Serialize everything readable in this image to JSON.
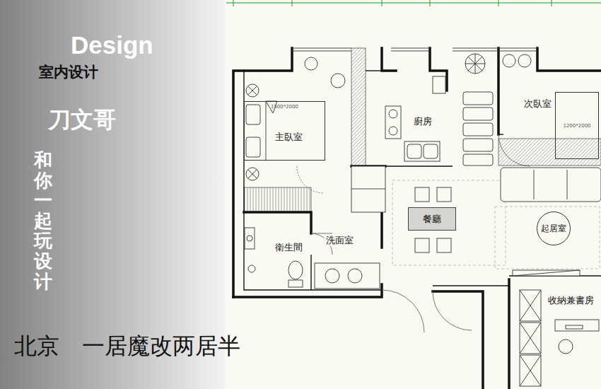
{
  "diagram": {
    "title": "北京　一居魔改两居半",
    "nodes": [
      {
        "text": [
          "1500*2000"
        ]
      },
      {
        "text": [
          "1200*2000"
        ]
      },
      {
        "text": [
          "餐廳"
        ]
      },
      {
        "text": [
          "起居室"
        ]
      }
    ],
    "labels": [
      "Design",
      "室内设计",
      "刀文哥",
      "和你一起玩设计",
      "主臥室",
      "廚房",
      "次臥室",
      "衛生間",
      "洗面室",
      "收納兼書房"
    ]
  }
}
